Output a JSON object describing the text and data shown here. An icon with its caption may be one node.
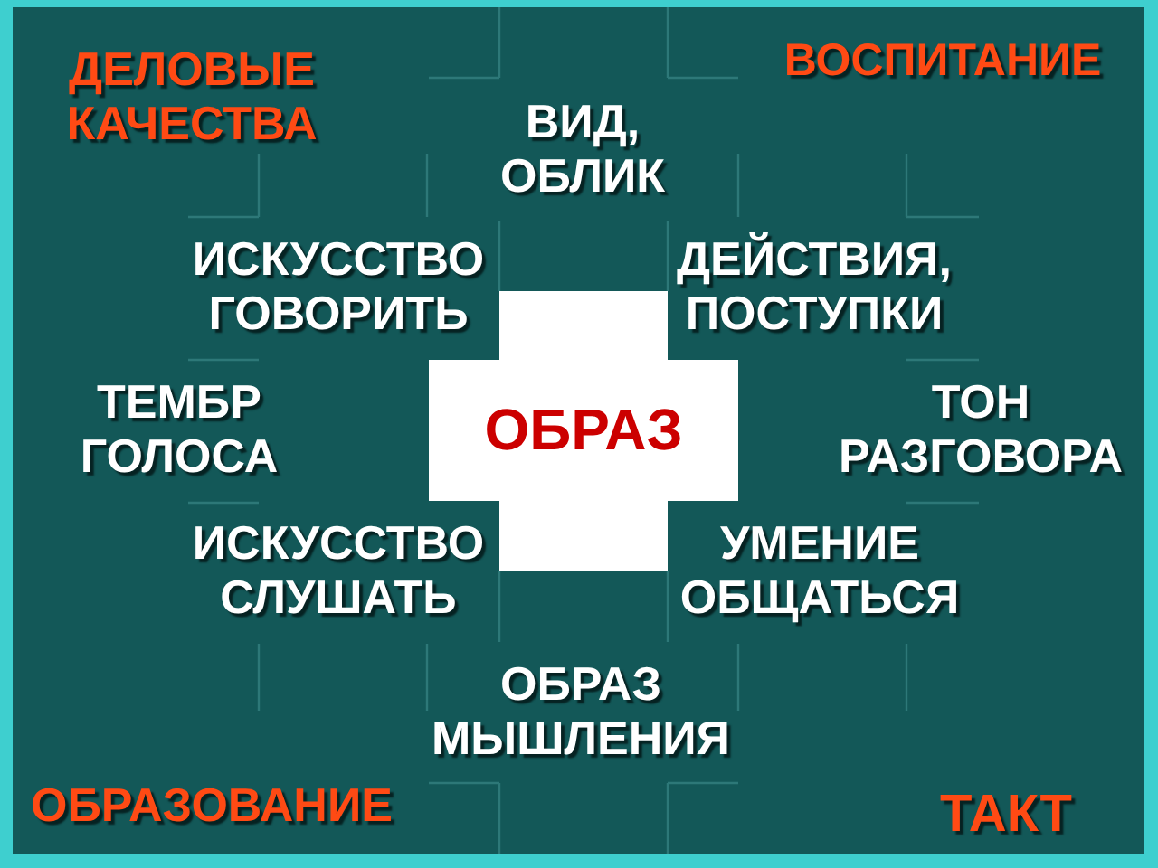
{
  "diagram": {
    "nodes": [
      {
        "text": [
          "ОБРАЗ"
        ]
      }
    ],
    "labels": [
      "ДЕЛОВЫЕ КАЧЕСТВА",
      "ВОСПИТАНИЕ",
      "ВИД, ОБЛИК",
      "ИСКУССТВО ГОВОРИТЬ",
      "ДЕЙСТВИЯ, ПОСТУПКИ",
      "ТЕМБР ГОЛОСА",
      "ТОН РАЗГОВОРА",
      "ИСКУССТВО СЛУШАТЬ",
      "УМЕНИЕ ОБЩАТЬСЯ",
      "ОБРАЗ МЫШЛЕНИЯ",
      "ОБРАЗОВАНИЕ",
      "ТАКТ"
    ]
  }
}
